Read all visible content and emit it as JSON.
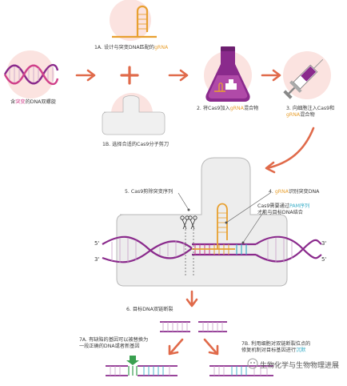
{
  "labels": {
    "dna_pre": "含",
    "dna_mut": "突变",
    "dna_post": "的DNA双螺旋",
    "s1a_pre": "1A. 设计与突变DNA匹配的",
    "s1a_grna": "gRNA",
    "s1b": "1B. 选择合适的Cas9分子剪刀",
    "s2_pre": "2. 将Cas9加入",
    "s2_grna": "gRNA",
    "s2_post": "混合物",
    "s3_line1": "3. 向细胞注入Cas9和",
    "s3_grna": "gRNA",
    "s3_post": "混合物",
    "s4_pre": "4. ",
    "s4_grna": "gRNA",
    "s4_post": "识别突变DNA",
    "s5": "5. Cas9剪除突变序列",
    "pam_line1_pre": "Cas9需要通过",
    "pam_term": "PAM序列",
    "pam_line2": "才能与目标DNA结合",
    "s6": "6. 目标DNA双链断裂",
    "s7a_line1": "7A. 有缺陷的基因可以被替换为",
    "s7a_line2": "一段正确的DNA或者新基因",
    "s7b_line1": "7B. 利用细胞对双链断裂位点的",
    "s7b_line2_pre": "修复机制对目标基因进行",
    "s7b_term": "沉默",
    "strand_5_left": "5'",
    "strand_3_left": "3'",
    "strand_3_right": "3'",
    "strand_5_right": "5'"
  },
  "watermark": "生物化学与生物物理进展",
  "colors": {
    "purple": "#8a2a8c",
    "orange": "#e8a030",
    "pink": "#d0408a",
    "teal": "#3aaec8",
    "arrow": "#e06a4a",
    "halo": "#fbe3e0",
    "protein": "#ededed",
    "green": "#3aa050"
  }
}
